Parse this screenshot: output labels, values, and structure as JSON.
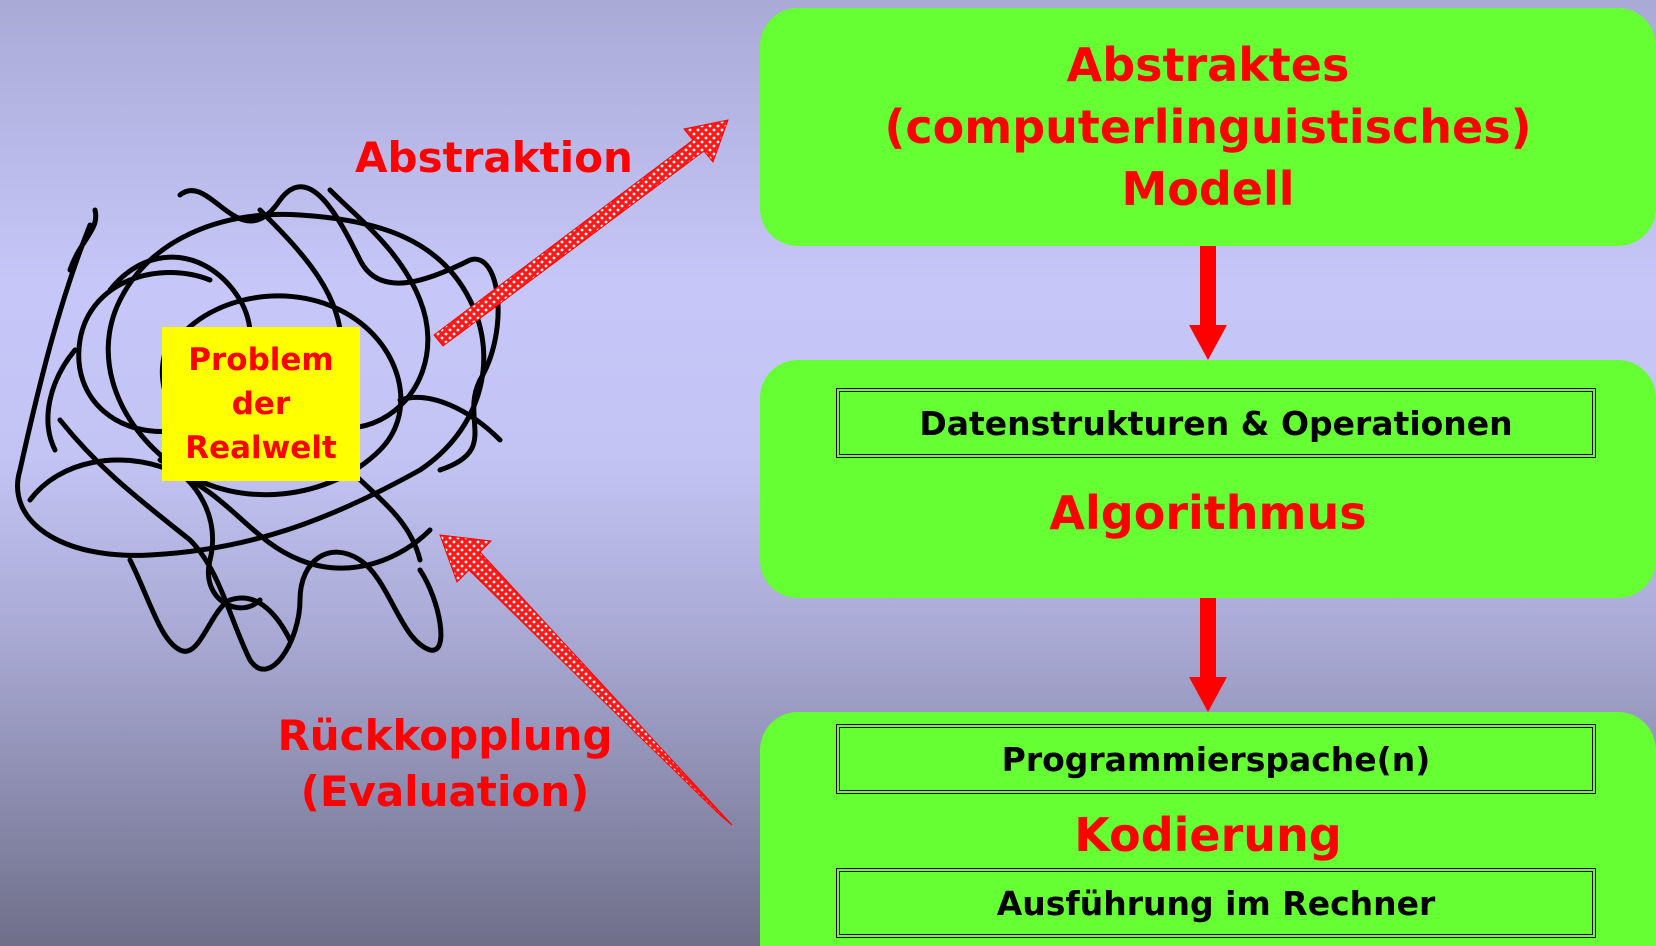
{
  "problem": {
    "line1": "Problem",
    "line2": "der",
    "line3": "Realwelt"
  },
  "abstraction_label": "Abstraktion",
  "feedback_label": {
    "line1": "Rückkopplung",
    "line2": "(Evaluation)"
  },
  "model_box": {
    "line1": "Abstraktes",
    "line2": "(computerlinguistisches)",
    "line3": "Modell"
  },
  "algorithm_box": {
    "inner": "Datenstrukturen & Operationen",
    "title": "Algorithmus"
  },
  "coding_box": {
    "inner_top": "Programmierspache(n)",
    "title": "Kodierung",
    "inner_bottom": "Ausführung im Rechner"
  },
  "colors": {
    "box": "#66ff33",
    "accent": "#ff0000",
    "problem_bg": "#ffff00"
  }
}
